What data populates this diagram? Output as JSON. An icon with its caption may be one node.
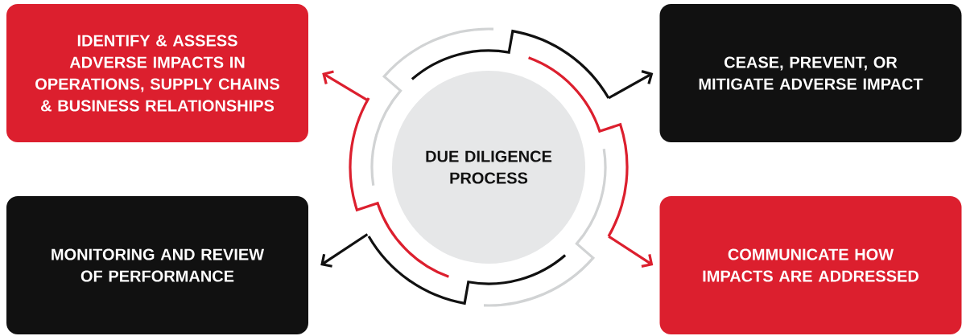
{
  "diagram": {
    "nodes": [
      {
        "text": [
          "IDENTIFY & ASSESS ADVERSE IMPACTS IN OPERATIONS, SUPPLY CHAINS & BUSINESS RELATIONSHIPS"
        ]
      },
      {
        "text": [
          "CEASE, PREVENT, OR MITIGATE ADVERSE IMPACT"
        ]
      },
      {
        "text": [
          "DUE DILIGENCE PROCESS"
        ]
      },
      {
        "text": [
          "MONITORING AND REVIEW OF PERFORMANCE"
        ]
      },
      {
        "text": [
          "COMMUNICATE HOW IMPACTS ARE ADDRESSED"
        ]
      }
    ],
    "edges": [
      {
        "from": 2,
        "to": 0,
        "arrow": "to",
        "color": "#dc1f2e"
      },
      {
        "from": 2,
        "to": 1,
        "arrow": "to",
        "color": "#111111"
      },
      {
        "from": 2,
        "to": 3,
        "arrow": "to",
        "color": "#111111"
      },
      {
        "from": 2,
        "to": 4,
        "arrow": "to",
        "color": "#dc1f2e"
      }
    ]
  }
}
